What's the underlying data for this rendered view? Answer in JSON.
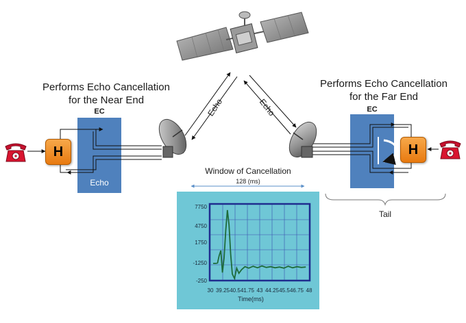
{
  "left": {
    "title_line1": "Performs Echo Cancellation",
    "title_line2": "for the Near End",
    "ec_label": "EC",
    "echo_label": "Echo",
    "hybrid_label": "H"
  },
  "right": {
    "title_line1": "Performs Echo Cancellation",
    "title_line2": "for the Far End",
    "ec_label": "EC",
    "hybrid_label": "H",
    "tail_label": "Tail"
  },
  "links": {
    "echo_left": "Echo",
    "echo_right": "Echo"
  },
  "window": {
    "title": "Window of Cancellation",
    "span_label": "128 (ms)"
  },
  "colors": {
    "ec_box": "#4f81bd",
    "scope_bg": "#6fc7d6",
    "scope_frame": "#1f2d8f",
    "trace": "#1e6b3a",
    "hybrid": "#f08c1e"
  },
  "chart_data": {
    "type": "line",
    "xlabel": "Time(ms)",
    "ylabel": "",
    "xlim": [
      30,
      48
    ],
    "ylim": [
      -250,
      7750
    ],
    "x_ticks": [
      "30",
      "39.25",
      "40.5",
      "41.75",
      "43",
      "44.25",
      "45.5",
      "46.75",
      "48"
    ],
    "y_ticks": [
      "7750",
      "4750",
      "1750",
      "-1250",
      "-250"
    ],
    "series": [
      {
        "values": [
          [
            30.5,
            -250
          ],
          [
            31.0,
            -250
          ],
          [
            31.3,
            -200
          ],
          [
            31.6,
            800
          ],
          [
            31.9,
            1500
          ],
          [
            32.2,
            -1500
          ],
          [
            32.5,
            500
          ],
          [
            32.8,
            4200
          ],
          [
            33.1,
            7000
          ],
          [
            33.4,
            5000
          ],
          [
            33.7,
            1000
          ],
          [
            34.0,
            -1700
          ],
          [
            34.4,
            -2300
          ],
          [
            34.8,
            -900
          ],
          [
            35.2,
            -1600
          ],
          [
            35.7,
            -1100
          ],
          [
            36.3,
            -700
          ],
          [
            37.0,
            -900
          ],
          [
            37.8,
            -650
          ],
          [
            38.6,
            -850
          ],
          [
            39.4,
            -600
          ],
          [
            40.2,
            -800
          ],
          [
            41.0,
            -700
          ],
          [
            41.8,
            -850
          ],
          [
            42.6,
            -750
          ],
          [
            43.4,
            -900
          ],
          [
            44.2,
            -650
          ],
          [
            45.0,
            -850
          ],
          [
            45.8,
            -700
          ],
          [
            46.6,
            -800
          ],
          [
            47.4,
            -750
          ]
        ]
      }
    ]
  }
}
